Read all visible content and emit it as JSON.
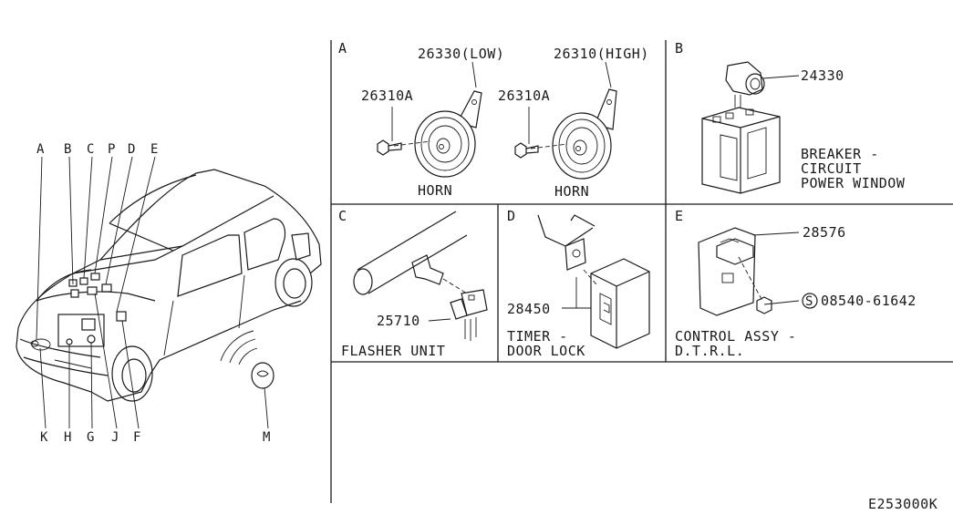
{
  "diagram_id": "E253000K",
  "car_callouts": {
    "top": [
      "A",
      "B",
      "C",
      "P",
      "D",
      "E"
    ],
    "bottom": [
      "K",
      "H",
      "G",
      "J",
      "F",
      "M"
    ]
  },
  "panels": {
    "a": {
      "letter": "A",
      "part_low": "26330(LOW)",
      "part_high": "26310(HIGH)",
      "bolt_left": "26310A",
      "bolt_right": "26310A",
      "caption_left": "HORN",
      "caption_right": "HORN"
    },
    "b": {
      "letter": "B",
      "part": "24330",
      "caption_line1": "BREAKER -",
      "caption_line2": "CIRCUIT",
      "caption_line3": "POWER WINDOW"
    },
    "c": {
      "letter": "C",
      "part": "25710",
      "caption": "FLASHER UNIT"
    },
    "d": {
      "letter": "D",
      "part": "28450",
      "caption_line1": "TIMER -",
      "caption_line2": "DOOR LOCK"
    },
    "e": {
      "letter": "E",
      "part": "28576",
      "bolt_symbol": "S",
      "bolt": "08540-61642",
      "caption_line1": "CONTROL ASSY -",
      "caption_line2": "D.T.R.L."
    }
  }
}
